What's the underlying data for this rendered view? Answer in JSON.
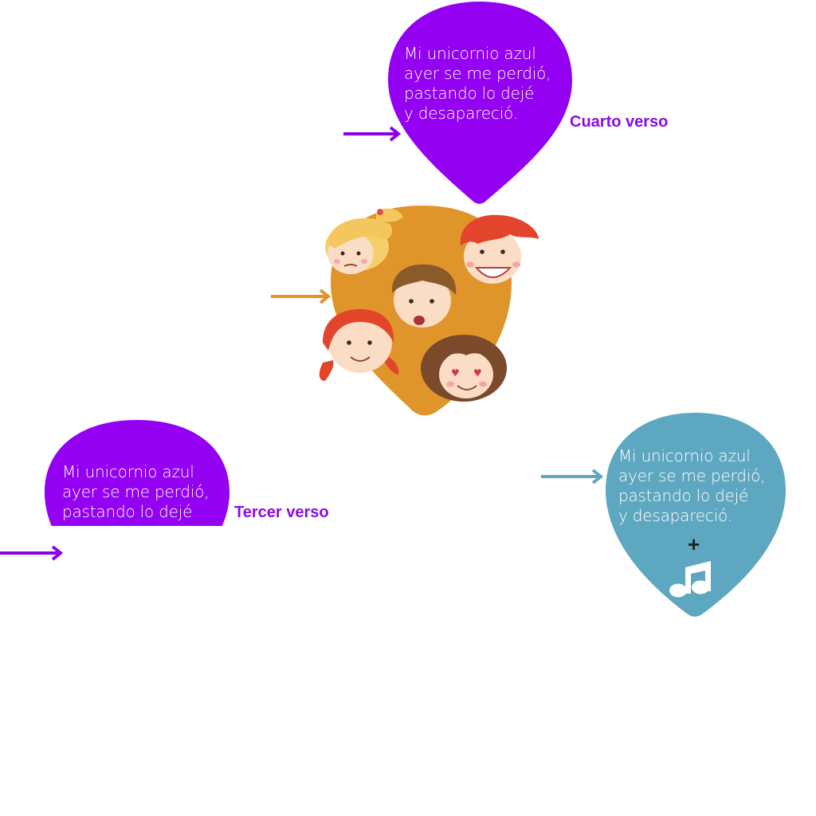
{
  "verse_lines": [
    "Mi unicornio azul",
    "ayer se me perdió,",
    "pastando lo dejé",
    "y desapareció."
  ],
  "labels": {
    "fourth_verse": "Cuarto verso",
    "third_verse": "Tercer verso"
  },
  "plus_symbol": "+",
  "icons": {
    "music": "music-note-icon",
    "children": "children-faces-illustration"
  },
  "colors": {
    "purple": "#9400f2",
    "orange": "#e0952b",
    "teal": "#5ea7c0",
    "label_purple": "#8a0be6",
    "arrow_purple": "#8b00e8",
    "arrow_orange": "#e0952b",
    "arrow_teal": "#5ea7c0"
  }
}
